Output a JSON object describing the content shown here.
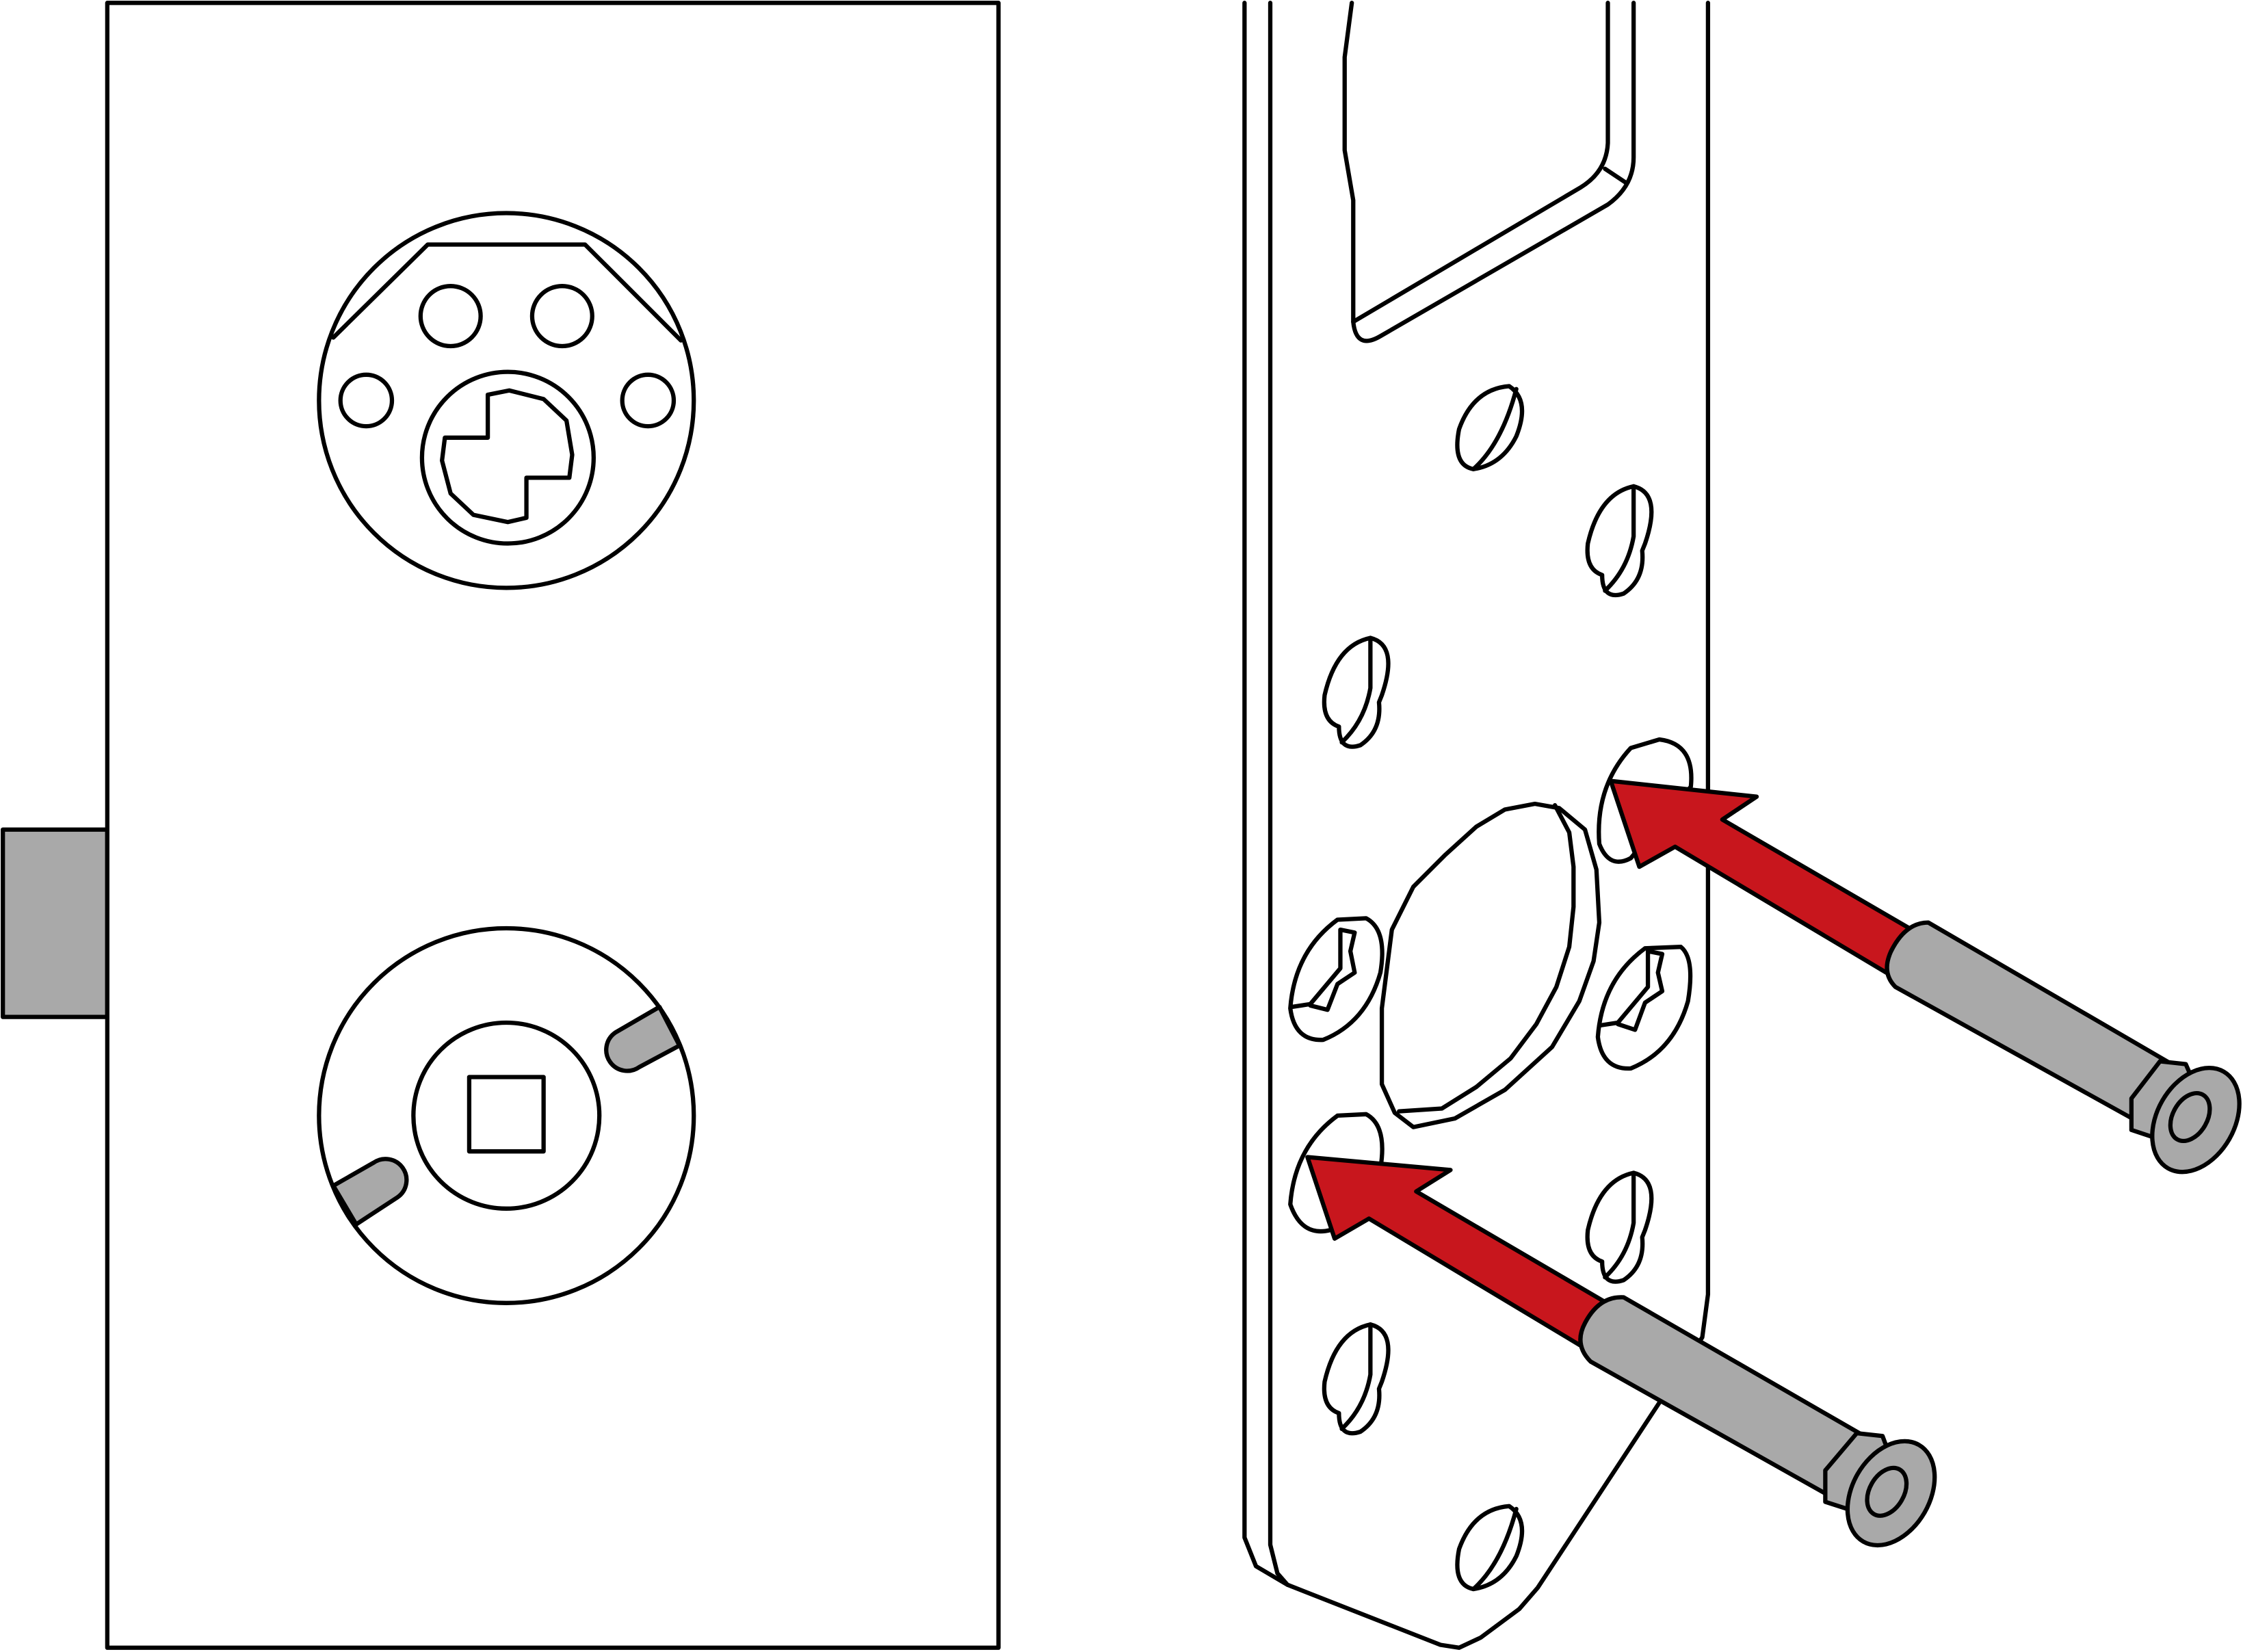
{
  "diagram": {
    "subject": "lock-case-and-faceplate-screw-installation",
    "colors": {
      "stroke": "#000000",
      "screw": "#a9a9a9",
      "arrow": "#c8161d",
      "background": "#ffffff"
    },
    "icons": [
      "lock-case",
      "latch-bolt",
      "cylinder-hole",
      "spindle-hub",
      "faceplate",
      "screw",
      "insert-arrow"
    ]
  }
}
